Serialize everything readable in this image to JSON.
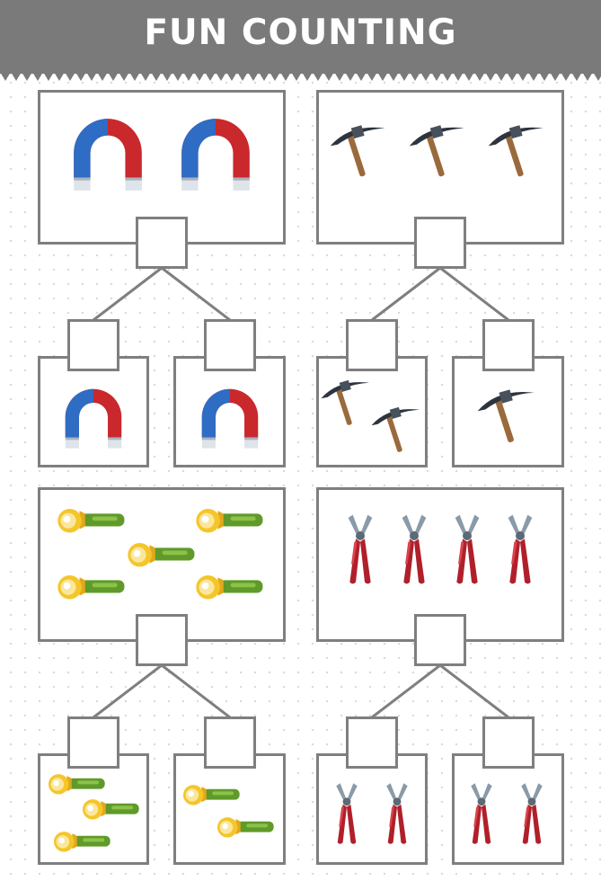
{
  "header": {
    "title": "FUN COUNTING"
  },
  "colors": {
    "header_bg": "#7a7a7a",
    "border": "#7f7f7f",
    "magnet_blue": "#2f6cc4",
    "magnet_red": "#c9282d",
    "pickaxe_head": "#2d3440",
    "handle": "#9a6a3c",
    "flashlight_yellow": "#f4c62a",
    "flashlight_green": "#5f9a2a",
    "plier_red": "#b0202a",
    "plier_steel": "#8a9aa8"
  },
  "puzzles": [
    {
      "object_icon": "magnet-icon",
      "total": 2,
      "left_part": 1,
      "right_part": 1
    },
    {
      "object_icon": "pickaxe-icon",
      "total": 3,
      "left_part": 2,
      "right_part": 1
    },
    {
      "object_icon": "flashlight-icon",
      "total": 5,
      "left_part": 3,
      "right_part": 2
    },
    {
      "object_icon": "pliers-icon",
      "total": 4,
      "left_part": 2,
      "right_part": 2
    }
  ]
}
